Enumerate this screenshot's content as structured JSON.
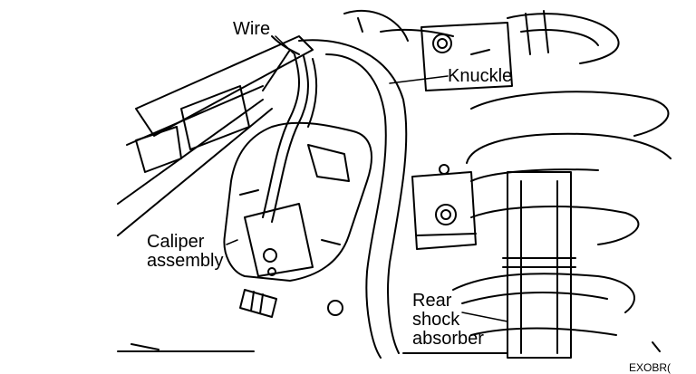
{
  "labels": {
    "wire": "Wire",
    "knuckle": "Knuckle",
    "caliper_line1": "Caliper",
    "caliper_line2": "assembly",
    "shock_line1": "Rear",
    "shock_line2": "shock",
    "shock_line3": "absorber"
  },
  "figure_ref": "EXOBR(",
  "colors": {
    "ink": "#000000",
    "paper": "#ffffff"
  }
}
